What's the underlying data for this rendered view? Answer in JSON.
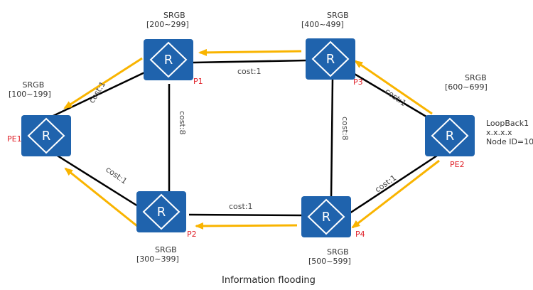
{
  "caption": "Information flooding",
  "srgb_label": "SRGB",
  "router_glyph": "R",
  "colors": {
    "router": "#1f63ad",
    "link": "#000000",
    "flood_arrow": "#f9b400",
    "node_name": "#e0222a"
  },
  "nodes": {
    "pe1": {
      "name": "PE1",
      "srgb": "[100~199]"
    },
    "p1": {
      "name": "P1",
      "srgb": "[200~299]"
    },
    "p2": {
      "name": "P2",
      "srgb": "[300~399]"
    },
    "p3": {
      "name": "P3",
      "srgb": "[400~499]"
    },
    "p4": {
      "name": "P4",
      "srgb": "[500~599]"
    },
    "pe2": {
      "name": "PE2",
      "srgb": "[600~699]",
      "info": [
        "LoopBack1",
        "x.x.x.x",
        "Node ID=10"
      ]
    }
  },
  "links": [
    {
      "from": "PE1",
      "to": "P1",
      "cost": "cost:1"
    },
    {
      "from": "PE1",
      "to": "P2",
      "cost": "cost:1"
    },
    {
      "from": "P1",
      "to": "P3",
      "cost": "cost:1"
    },
    {
      "from": "P1",
      "to": "P2",
      "cost": "cost:8"
    },
    {
      "from": "P2",
      "to": "P4",
      "cost": "cost:1"
    },
    {
      "from": "P3",
      "to": "P4",
      "cost": "cost:8"
    },
    {
      "from": "P3",
      "to": "PE2",
      "cost": "cost:1"
    },
    {
      "from": "P4",
      "to": "PE2",
      "cost": "cost:1"
    }
  ],
  "flooding": [
    {
      "from": "PE2",
      "to": "P3"
    },
    {
      "from": "PE2",
      "to": "P4"
    },
    {
      "from": "P3",
      "to": "P1"
    },
    {
      "from": "P4",
      "to": "P2"
    },
    {
      "from": "P1",
      "to": "PE1"
    },
    {
      "from": "P2",
      "to": "PE1"
    }
  ]
}
